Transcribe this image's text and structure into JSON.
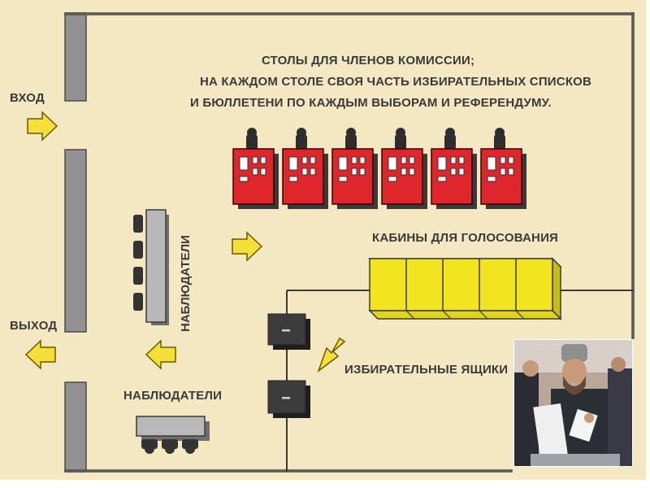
{
  "labels": {
    "entrance": "ВХОД",
    "exit": "ВЫХОД",
    "tables_line1": "СТОЛЫ ДЛЯ ЧЛЕНОВ КОМИССИИ;",
    "tables_line2": "НА КАЖДОМ СТОЛЕ СВОЯ ЧАСТЬ ИЗБИРАТЕЛЬНЫХ СПИСКОВ",
    "tables_line3": "И БЮЛЛЕТЕНИ ПО КАЖДЫМ ВЫБОРАМ И РЕФЕРЕНДУМУ.",
    "booths": "КАБИНЫ ДЛЯ ГОЛОСОВАНИЯ",
    "boxes": "ИЗБИРАТЕЛЬНЫЕ ЯЩИКИ",
    "observers_vertical": "НАБЛЮДАТЕЛИ",
    "observers_bottom": "НАБЛЮДАТЕЛИ"
  },
  "colors": {
    "background": "#f4e8c2",
    "wall": "#929292",
    "table": "#e0262d",
    "booth": "#f2e520",
    "arrow": "#f5e03a",
    "box": "#3c3c3c"
  },
  "counts": {
    "commission_tables": 6,
    "voting_booths": 5,
    "ballot_boxes": 2
  },
  "photo": {
    "description_icon": "voter-photo"
  }
}
